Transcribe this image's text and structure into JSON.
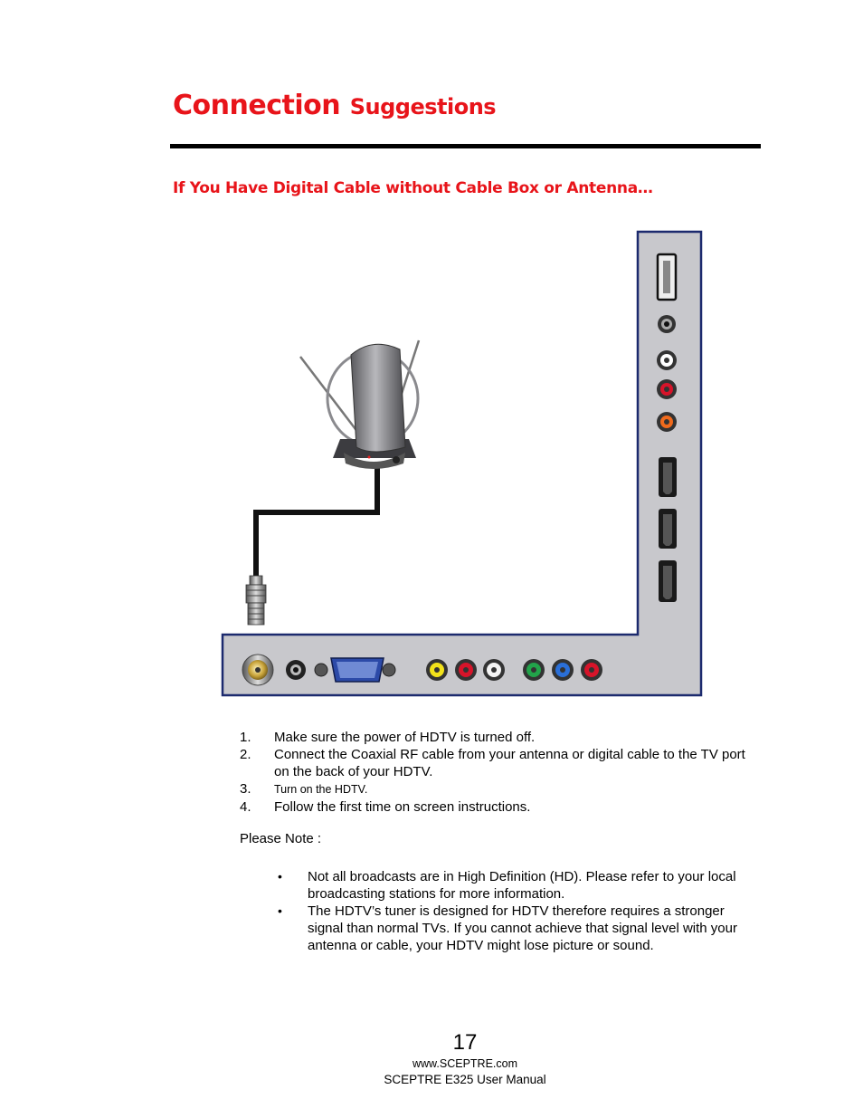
{
  "page": {
    "title_word1": "Connection",
    "title_word2": "Suggestions",
    "subtitle": "If You Have Digital Cable without Cable Box or Antenna…"
  },
  "steps": [
    {
      "num": "1.",
      "text": "Make sure the power of HDTV is turned off."
    },
    {
      "num": "2.",
      "text": "Connect the Coaxial RF cable from your antenna or digital cable to the TV port on the back of your HDTV."
    },
    {
      "num": "3.",
      "text": "Turn on the HDTV."
    },
    {
      "num": "4.",
      "text": "Follow the first time on screen instructions."
    }
  ],
  "note": {
    "label": "Please Note :",
    "bullets": [
      "Not all broadcasts are in High Definition (HD).  Please refer to your local broadcasting stations for more information.",
      "The HDTV’s tuner is designed for HDTV therefore requires a stronger signal than normal TVs.  If you cannot achieve that signal level with your antenna or cable, your HDTV might lose picture or sound."
    ]
  },
  "footer": {
    "page_number": "17",
    "website": "www.SCEPTRE.com",
    "manual": "SCEPTRE E325 User Manual"
  },
  "colors": {
    "heading": "#e8141a",
    "panel_fill": "#c8c8cc",
    "panel_border": "#1c2a6e"
  },
  "diagram_icons": [
    "antenna-icon",
    "coaxial-connector-icon",
    "usb-port-icon",
    "hdmi-port-icon",
    "vga-port-icon",
    "rca-jack-icon",
    "rf-input-icon"
  ]
}
